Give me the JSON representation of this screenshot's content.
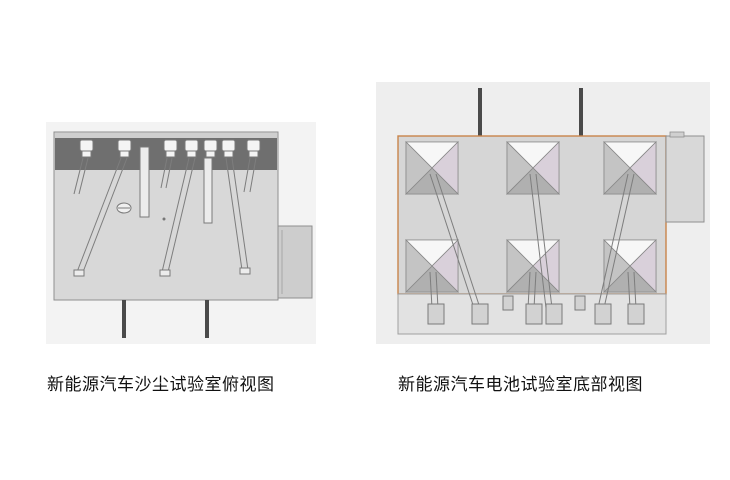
{
  "figures": [
    {
      "caption": "新能源汽车沙尘试验室俯视图",
      "view": "top view",
      "nozzle_count": 7,
      "pipe_count": 6,
      "support_post_count": 2,
      "colors": {
        "background": "#f3f3f3",
        "body": "#d8d8d8",
        "nozzle_band": "#6f6f6f",
        "outline": "#909090",
        "side_unit": "#cdcdcd"
      }
    },
    {
      "caption": "新能源汽车电池试验室底部视图",
      "view": "bottom view",
      "hopper_count": 6,
      "antenna_count": 2,
      "bottom_valve_count": 8,
      "colors": {
        "background": "#eeeeee",
        "body": "#d6d6d6",
        "frame_outline": "#c8844a",
        "hopper_light": "#ffffff",
        "hopper_shade": "#a8a8a8"
      }
    }
  ]
}
